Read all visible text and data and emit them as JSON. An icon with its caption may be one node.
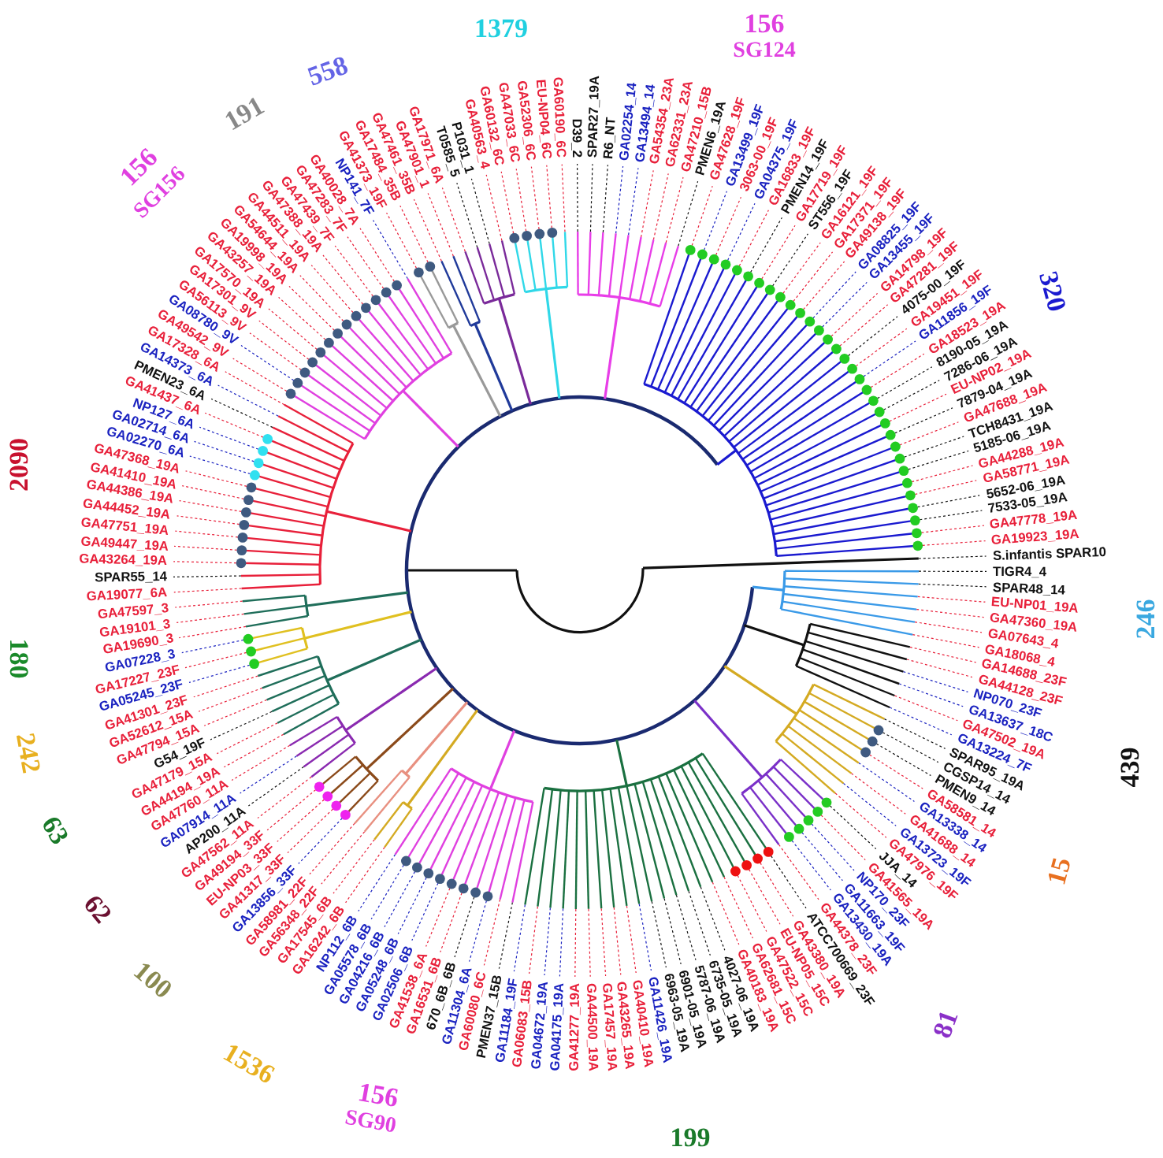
{
  "diagram": {
    "labels": [
      "GA43264_19A",
      "GA49447_19A",
      "GA47751_19A",
      "GA44452_19A",
      "GA44386_19A",
      "GA41410_19A",
      "GA47368_19A",
      "GA02270_6A",
      "GA02714_6A",
      "NP127_6A",
      "GA41437_6A",
      "PMEN23_6A",
      "GA14373_6A",
      "GA17328_6A",
      "GA49542_9V",
      "GA08780_9V",
      "GA56113_9V",
      "GA17301_9V",
      "GA17570_19A",
      "GA43257_19A",
      "GA19998_19A",
      "GA54644_19A",
      "GA44511_19A",
      "GA47388_19A",
      "GA47439_7F",
      "GA47283_7F",
      "GA40028_7A",
      "NP141_7F",
      "GA41373_19F",
      "GA17484_35B",
      "GA47461_35B",
      "GA47901_1",
      "GA17971_6A",
      "T0585_5",
      "P1031_1",
      "GA40563_4",
      "GA60132_6C",
      "GA47033_6C",
      "GA52306_6C",
      "EU-NP04_6C",
      "GA60190_6C",
      "D39_2",
      "SPAR27_19A",
      "R6_NT",
      "GA02254_14",
      "GA13494_14",
      "GA54354_23A",
      "GA62331_23A",
      "GA47210_15B",
      "PMEN6_19A",
      "GA47628_19F",
      "GA13499_19F",
      "3063-00_19F",
      "GA04375_19F",
      "GA16833_19F",
      "PMEN14_19F",
      "GA17719_19F",
      "ST556_19F",
      "GA16121_19F",
      "GA17371_19F",
      "GA49138_19F",
      "GA08825_19F",
      "GA13455_19F",
      "GA14798_19F",
      "GA47281_19F",
      "4075-00_19F",
      "GA19451_19F",
      "GA11856_19F",
      "GA18523_19A",
      "8190-05_19A",
      "7286-06_19A",
      "EU-NP02_19A",
      "7879-04_19A",
      "GA47688_19A",
      "TCH8431_19A",
      "5185-06_19A",
      "GA44288_19A",
      "GA58771_19A",
      "5652-06_19A",
      "7533-05_19A",
      "GA47778_19A",
      "GA19923_19A",
      "S.infantis SPAR10",
      "SPAR55_14",
      "GA19077_6A",
      "GA47597_3",
      "GA19101_3",
      "GA19690_3",
      "GA07228_3",
      "GA17227_23F",
      "GA05245_23F",
      "GA41301_23F",
      "GA52612_15A",
      "GA47794_15A",
      "G54_19F",
      "GA47179_15A",
      "GA44194_19A",
      "GA47760_11A",
      "GA07914_11A",
      "AP200_11A",
      "GA47562_11A",
      "GA49194_33F",
      "EU-NP03_33F",
      "GA41317_33F",
      "GA13856_33F",
      "GA58981_22F",
      "GA56348_22F",
      "GA17545_6B",
      "GA16242_6B",
      "NP112_6B",
      "GA05578_6B",
      "GA04216_6B",
      "GA05248_6B",
      "GA02506_6B",
      "GA41538_6A",
      "GA16531_6B",
      "670_6B_6B",
      "GA11304_6A",
      "GA60080_6C",
      "PMEN37_15B",
      "GA11184_19F",
      "GA06083_15B",
      "GA04672_19A",
      "GA04175_19A",
      "GA41277_19A",
      "GA44500_19A",
      "GA17457_19A",
      "GA43265_19A",
      "GA40410_19A",
      "GA11426_19A",
      "6963-05_19A",
      "6901-05_19A",
      "5787-06_19A",
      "6735-05_19A",
      "4027-06_19A",
      "GA40183_19A",
      "GA62681_15C",
      "GA47522_15C",
      "EU-NP05_15C",
      "GA43380_19A",
      "ATCC700669_23F",
      "GA44378_23F",
      "GA13430_19A",
      "GA11663_19F",
      "NP170_23F",
      "GA41565_19A",
      "JJA_14",
      "GA47976_19F",
      "GA13723_19F",
      "GA41688_14",
      "GA13338_14",
      "GA58581_14",
      "PMEN9_14",
      "CGSP14_14",
      "SPAR95_19A",
      "GA13224_7F",
      "GA47502_19A",
      "GA13637_18C",
      "NP070_23F",
      "GA44128_23F",
      "GA14688_23F",
      "GA18068_4",
      "GA07643_4",
      "GA47360_19A",
      "EU-NP01_19A",
      "SPAR48_14",
      "TIGR4_4",
      "1379",
      "156",
      "558",
      "SG124",
      "191",
      "156",
      "SG156",
      "320",
      "2090",
      "180",
      "246",
      "242",
      "439",
      "63",
      "62",
      "15",
      "100",
      "1536",
      "81",
      "156",
      "SG90",
      "199"
    ]
  }
}
